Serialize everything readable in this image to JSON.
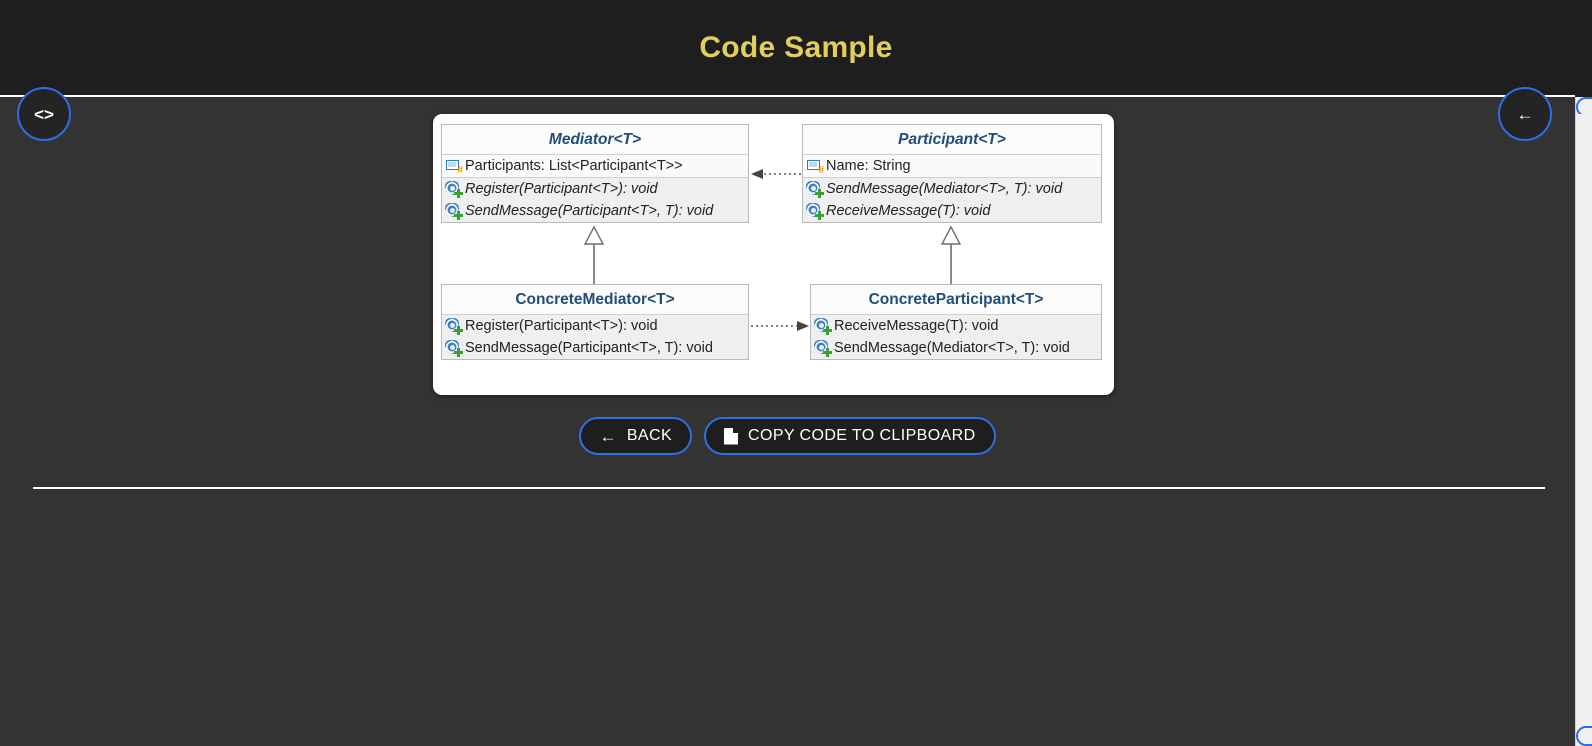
{
  "header": {
    "title": "Code Sample"
  },
  "fabs": {
    "code_toggle": {
      "icon": "code-brackets-icon",
      "glyph": "<>"
    },
    "back": {
      "icon": "arrow-left-icon",
      "glyph": "←"
    }
  },
  "actions": {
    "back": {
      "label": "BACK",
      "icon": "arrow-left-icon",
      "glyph": "←"
    },
    "copy": {
      "label": "COPY CODE TO CLIPBOARD",
      "icon": "document-icon"
    }
  },
  "diagram": {
    "type": "uml-class-diagram",
    "pattern": "Mediator",
    "classes": [
      {
        "id": "mediator",
        "name": "Mediator<T>",
        "abstract": true,
        "fields": [
          {
            "icon": "field-icon",
            "text": "Participants: List<Participant<T>>"
          }
        ],
        "methods": [
          {
            "icon": "method-icon",
            "text": "Register(Participant<T>): void"
          },
          {
            "icon": "method-icon",
            "text": "SendMessage(Participant<T>, T): void"
          }
        ]
      },
      {
        "id": "participant",
        "name": "Participant<T>",
        "abstract": true,
        "fields": [
          {
            "icon": "field-icon",
            "text": "Name: String"
          }
        ],
        "methods": [
          {
            "icon": "method-icon",
            "text": "SendMessage(Mediator<T>, T): void"
          },
          {
            "icon": "method-icon",
            "text": "ReceiveMessage(T): void"
          }
        ]
      },
      {
        "id": "concrete-mediator",
        "name": "ConcreteMediator<T>",
        "abstract": false,
        "fields": [],
        "methods": [
          {
            "icon": "method-icon",
            "text": "Register(Participant<T>): void"
          },
          {
            "icon": "method-icon",
            "text": "SendMessage(Participant<T>, T): void"
          }
        ]
      },
      {
        "id": "concrete-participant",
        "name": "ConcreteParticipant<T>",
        "abstract": false,
        "fields": [],
        "methods": [
          {
            "icon": "method-icon",
            "text": "ReceiveMessage(T): void"
          },
          {
            "icon": "method-icon",
            "text": "SendMessage(Mediator<T>, T): void"
          }
        ]
      }
    ],
    "relations": [
      {
        "type": "dependency",
        "from": "participant",
        "to": "mediator",
        "style": "dotted",
        "arrow": "open"
      },
      {
        "type": "dependency",
        "from": "concrete-mediator",
        "to": "concrete-participant",
        "style": "dotted",
        "arrow": "open"
      },
      {
        "type": "generalization",
        "from": "concrete-mediator",
        "to": "mediator",
        "style": "solid",
        "arrow": "hollow-triangle"
      },
      {
        "type": "generalization",
        "from": "concrete-participant",
        "to": "participant",
        "style": "solid",
        "arrow": "hollow-triangle"
      }
    ]
  },
  "colors": {
    "header_bg": "#1e1e1e",
    "body_bg": "#333333",
    "title": "#e2cd60",
    "accent_border": "#2f6fe4",
    "class_title_text": "#1f4e79",
    "panel_bg": "#ffffff"
  }
}
